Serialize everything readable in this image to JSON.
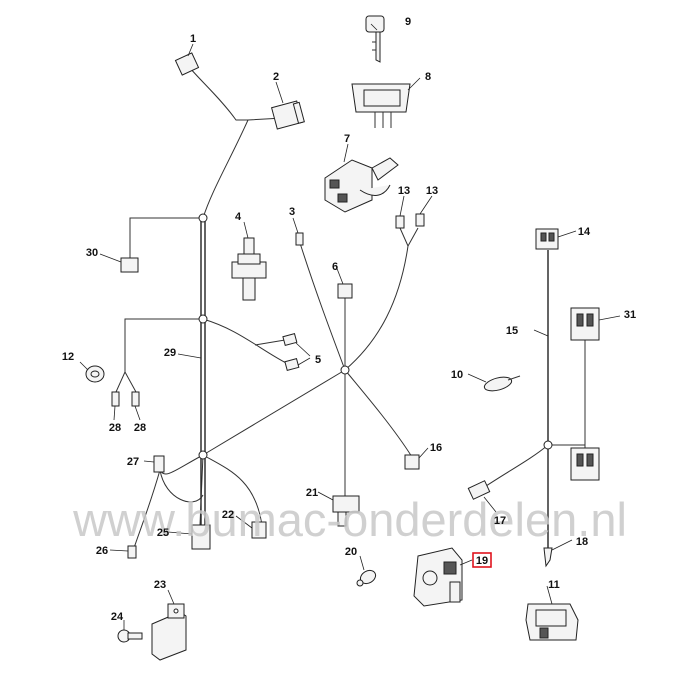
{
  "watermark": "www.bumac-onderdelen.nl",
  "highlight_color": "#e0141e",
  "highlighted_part": "19",
  "callouts": {
    "c1": "1",
    "c2": "2",
    "c3": "3",
    "c4": "4",
    "c5": "5",
    "c6": "6",
    "c7": "7",
    "c8": "8",
    "c9": "9",
    "c10": "10",
    "c11": "11",
    "c12": "12",
    "c13a": "13",
    "c13b": "13",
    "c14": "14",
    "c15": "15",
    "c16": "16",
    "c17": "17",
    "c18": "18",
    "c19": "19",
    "c20": "20",
    "c21": "21",
    "c22": "22",
    "c23": "23",
    "c24": "24",
    "c25": "25",
    "c26": "26",
    "c27": "27",
    "c28a": "28",
    "c28b": "28",
    "c29": "29",
    "c30": "30",
    "c31": "31"
  }
}
